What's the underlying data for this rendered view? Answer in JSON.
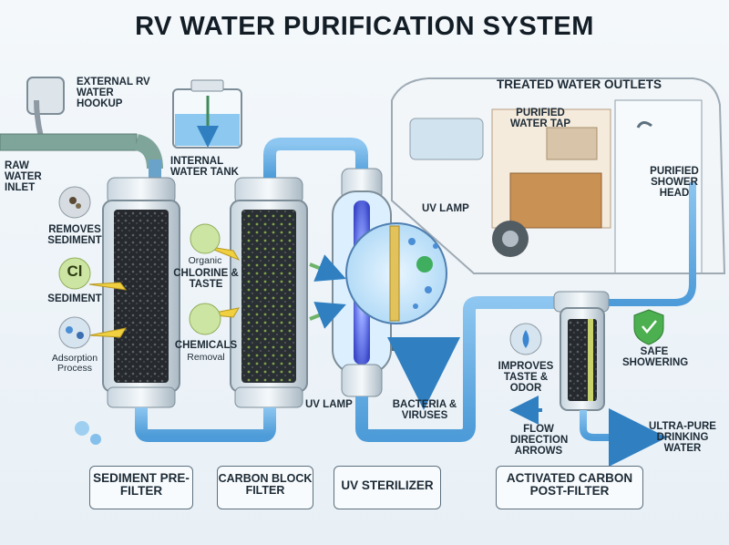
{
  "title": "RV WATER PURIFICATION SYSTEM",
  "labels": {
    "external_hookup": "EXTERNAL RV WATER HOOKUP",
    "raw_water_inlet": "RAW WATER INLET",
    "internal_tank": "INTERNAL WATER TANK",
    "treated_outlets": "TREATED WATER OUTLETS",
    "purified_tap": "PURIFIED WATER TAP",
    "purified_shower": "PURIFIED SHOWER HEAD",
    "removes_sediment": "REMOVES SEDIMENT",
    "cl_symbol": "Cl",
    "sediment": "SEDIMENT",
    "adsorption": "Adsorption Process",
    "organic": "Organic",
    "chlorine_taste": "CHLORINE & TASTE",
    "chemicals": "CHEMICALS",
    "removal": "Removal",
    "uv_lamp_top": "UV LAMP",
    "uv_lamp_bottom": "UV LAMP",
    "bacteria": "BACTERIA & VIRUSES",
    "improves": "IMPROVES TASTE & ODOR",
    "safe_showering": "SAFE SHOWERING",
    "flow_direction": "FLOW DIRECTION ARROWS",
    "ultra_pure": "ULTRA-PURE DRINKING WATER"
  },
  "stages": [
    {
      "label": "SEDIMENT PRE-FILTER"
    },
    {
      "label": "CARBON BLOCK FILTER"
    },
    {
      "label": "UV STERILIZER"
    },
    {
      "label": "ACTIVATED CARBON POST-FILTER"
    }
  ],
  "colors": {
    "pipe": "#5aa9e6",
    "pipe_dark": "#2f7fc1",
    "uv": "#4a5fe0",
    "arrow": "#f0d040",
    "media": "#2a2e33"
  },
  "icons": [
    "faucet-icon",
    "tank-icon",
    "sediment-icon",
    "molecule-icon",
    "chemical-icon",
    "bacteria-icon",
    "droplet-icon",
    "shield-check-icon",
    "flow-arrow-icon",
    "shower-icon"
  ]
}
